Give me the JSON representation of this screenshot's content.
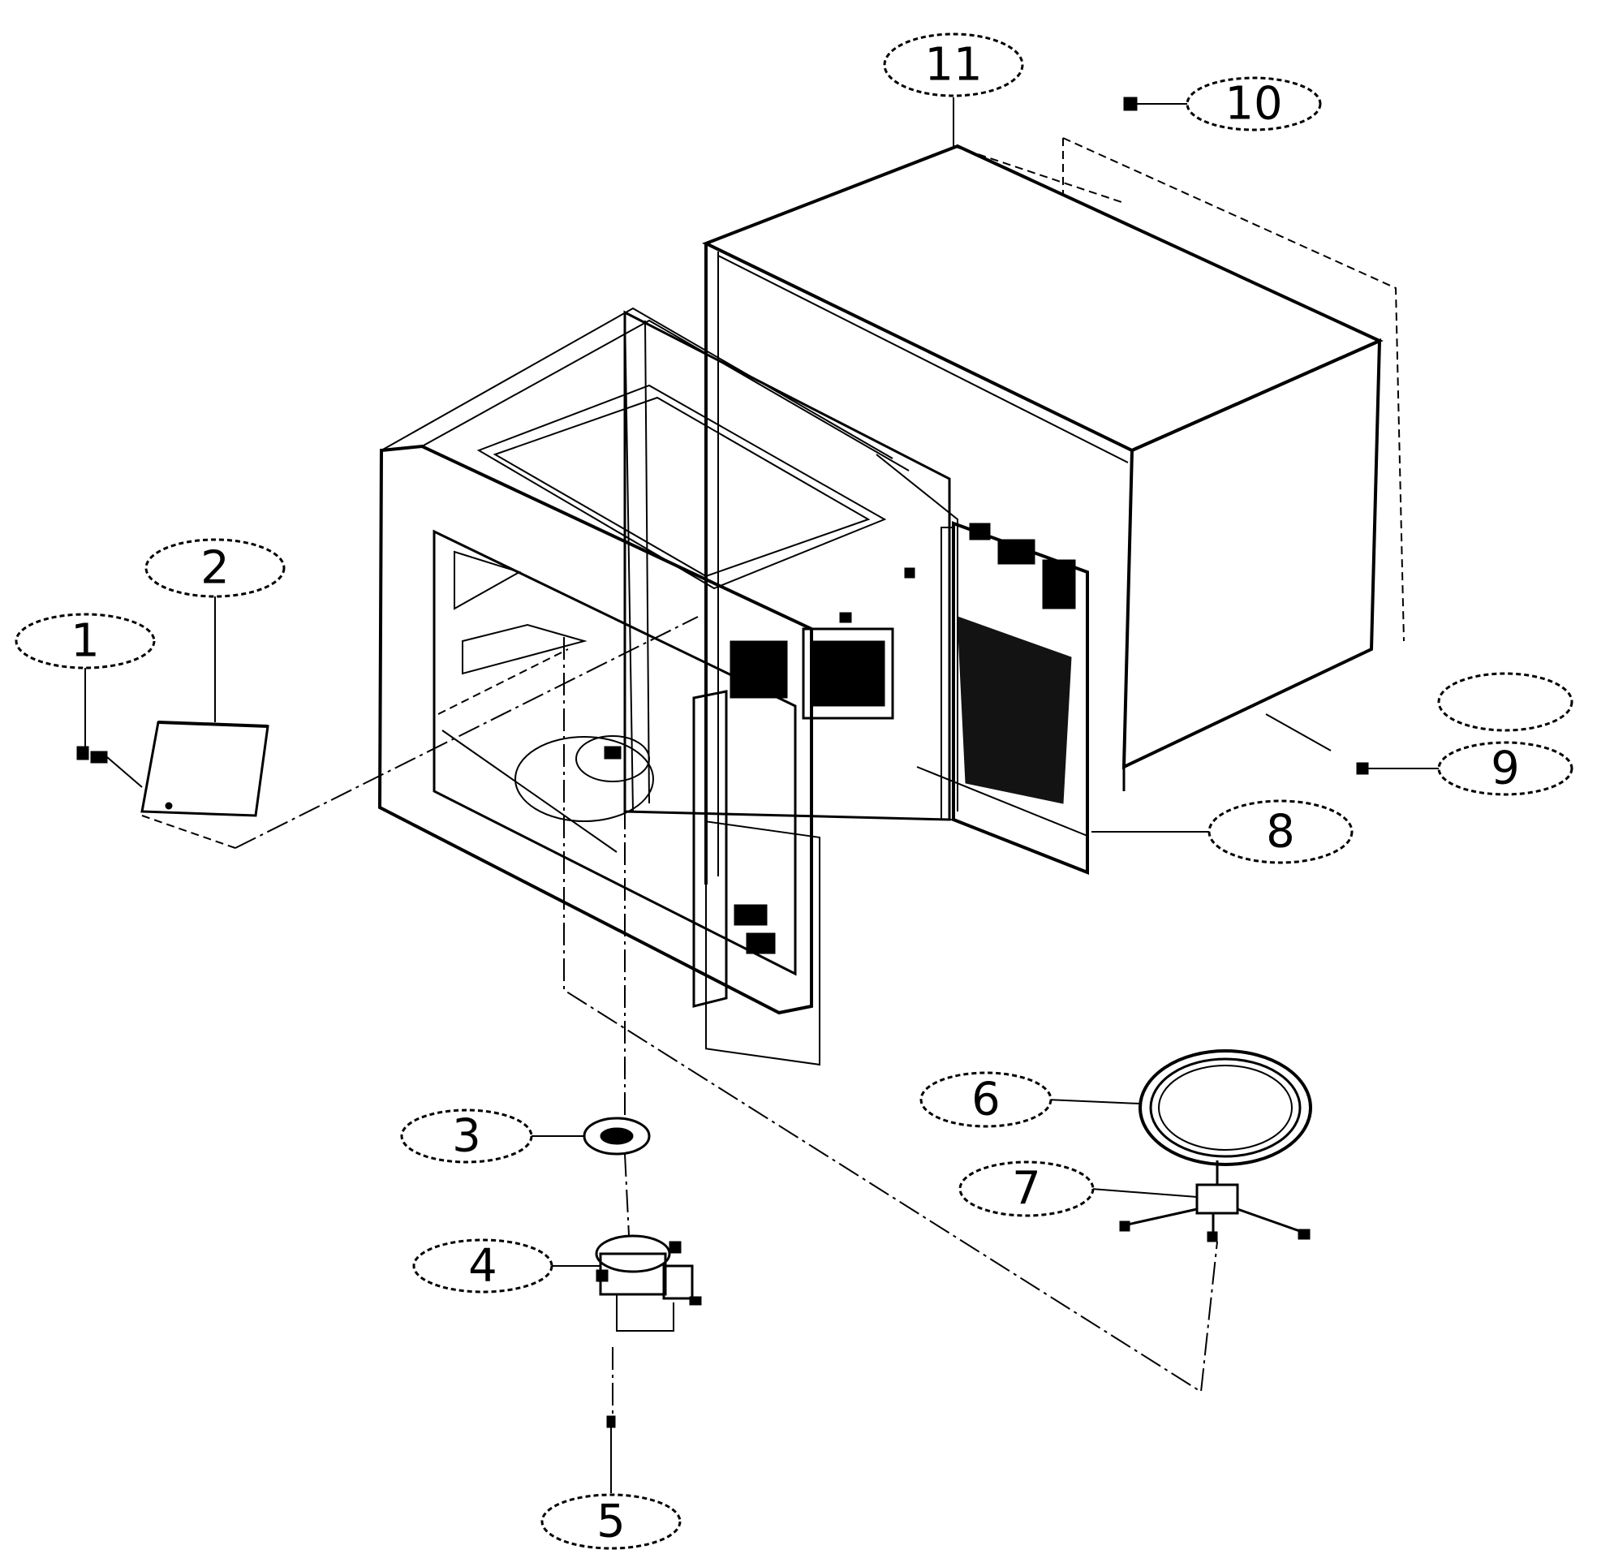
{
  "callouts": [
    {
      "id": "c1",
      "label": "1"
    },
    {
      "id": "c2",
      "label": "2"
    },
    {
      "id": "c3",
      "label": "3"
    },
    {
      "id": "c4",
      "label": "4"
    },
    {
      "id": "c5",
      "label": "5"
    },
    {
      "id": "c6",
      "label": "6"
    },
    {
      "id": "c7",
      "label": "7"
    },
    {
      "id": "c8",
      "label": "8"
    },
    {
      "id": "c9",
      "label": "9"
    },
    {
      "id": "c10",
      "label": "10"
    },
    {
      "id": "c11",
      "label": "11"
    },
    {
      "id": "c12",
      "label": ""
    }
  ]
}
